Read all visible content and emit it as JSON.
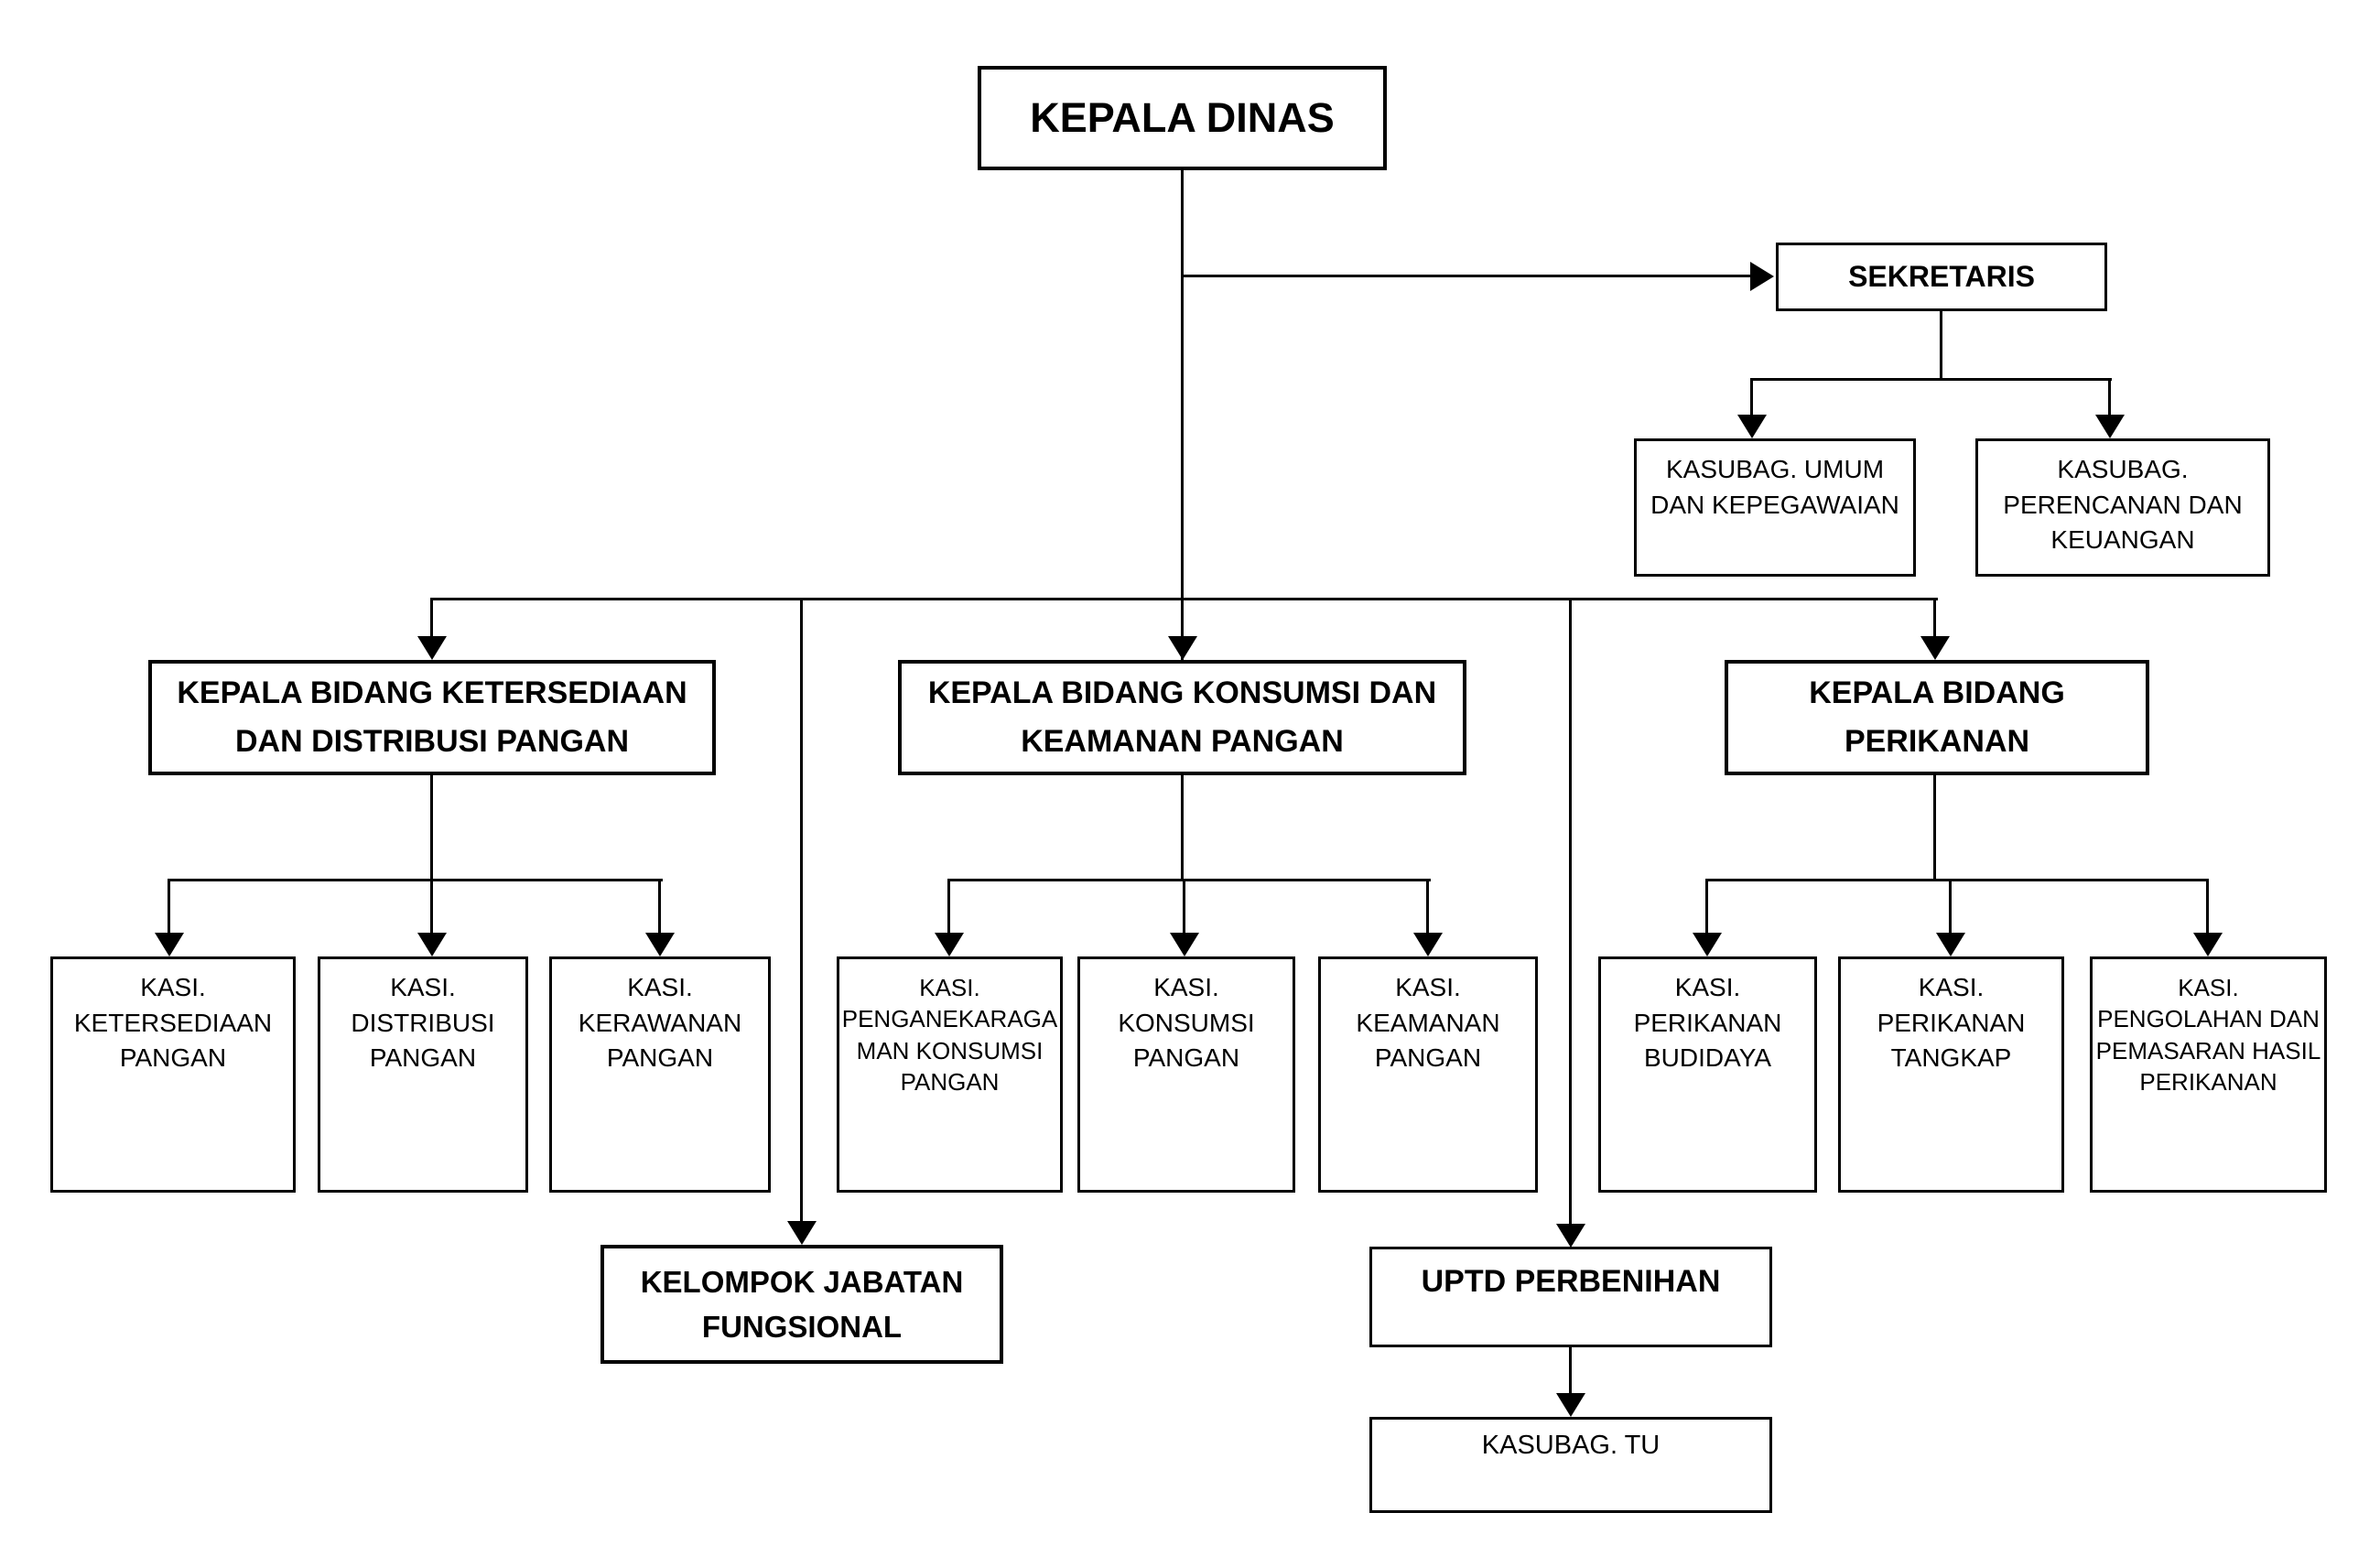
{
  "org_chart": {
    "nodes": {
      "kepala_dinas": {
        "label": "KEPALA DINAS"
      },
      "sekretaris": {
        "label": "SEKRETARIS"
      },
      "kasubag_umum": {
        "label": "KASUBAG. UMUM\nDAN KEPEGAWAIAN"
      },
      "kasubag_perencanaan": {
        "label": "KASUBAG.\nPERENCANAN DAN\nKEUANGAN"
      },
      "bidang_ketersediaan": {
        "label": "KEPALA BIDANG KETERSEDIAAN\nDAN DISTRIBUSI PANGAN"
      },
      "bidang_konsumsi": {
        "label": "KEPALA BIDANG KONSUMSI DAN\nKEAMANAN PANGAN"
      },
      "bidang_perikanan": {
        "label": "KEPALA BIDANG\nPERIKANAN"
      },
      "kasi_ketersediaan": {
        "label": "KASI.\nKETERSEDIAAN\nPANGAN"
      },
      "kasi_distribusi": {
        "label": "KASI.\nDISTRIBUSI\nPANGAN"
      },
      "kasi_kerawanan": {
        "label": "KASI.\nKERAWANAN\nPANGAN"
      },
      "kasi_penganekaragaman": {
        "label": "KASI.\nPENGANEKARAGA\nMAN KONSUMSI\nPANGAN"
      },
      "kasi_konsumsi": {
        "label": "KASI.\nKONSUMSI\nPANGAN"
      },
      "kasi_keamanan": {
        "label": "KASI.\nKEAMANAN\nPANGAN"
      },
      "kasi_perikanan_budidaya": {
        "label": "KASI.\nPERIKANAN\nBUDIDAYA"
      },
      "kasi_perikanan_tangkap": {
        "label": "KASI.\nPERIKANAN\nTANGKAP"
      },
      "kasi_pengolahan": {
        "label": "KASI.\nPENGOLAHAN DAN\nPEMASARAN HASIL\nPERIKANAN"
      },
      "kelompok_jabatan": {
        "label": "KELOMPOK JABATAN\nFUNGSIONAL"
      },
      "uptd_perbenihan": {
        "label": "UPTD PERBENIHAN"
      },
      "kasubag_tu": {
        "label": "KASUBAG. TU"
      }
    },
    "colors": {
      "line": "#000000",
      "box_background": "#ffffff",
      "text": "#000000"
    }
  }
}
